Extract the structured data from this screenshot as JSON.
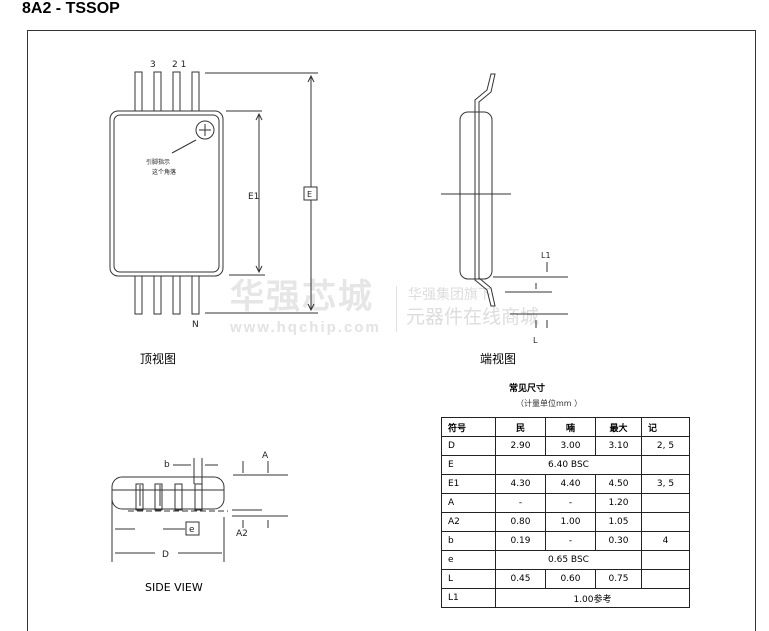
{
  "title": "8A2 - TSSOP",
  "top_view": {
    "pin_labels": [
      "3",
      "2 1"
    ],
    "last_pin": "N",
    "note_line1": "引脚指示",
    "note_line2": "这个角落",
    "dim_E1": "E1",
    "dim_E": "E",
    "caption": "顶视图"
  },
  "end_view": {
    "dim_L1": "L1",
    "dim_L": "L",
    "caption": "端视图"
  },
  "side_view": {
    "dim_b": "b",
    "dim_A": "A",
    "dim_A2": "A2",
    "dim_e": "e",
    "dim_D": "D",
    "caption": "SIDE VIEW"
  },
  "watermark": {
    "brand": "华强芯城",
    "url": "www.hqchip.com",
    "slogan1": "华强集团旗下",
    "slogan2": "元器件在线商城"
  },
  "table": {
    "caption": "常见尺寸",
    "unit": "（计量单位mm ）",
    "headers": [
      "符号",
      "民",
      "喃",
      "最大",
      "记"
    ],
    "rows": [
      {
        "sym": "D",
        "min": "2.90",
        "nom": "3.00",
        "max": "3.10",
        "note": "2, 5"
      },
      {
        "sym": "E",
        "span": "6.40 BSC",
        "note": ""
      },
      {
        "sym": "E1",
        "min": "4.30",
        "nom": "4.40",
        "max": "4.50",
        "note": "3, 5"
      },
      {
        "sym": "A",
        "min": "-",
        "nom": "-",
        "max": "1.20",
        "note": ""
      },
      {
        "sym": "A2",
        "min": "0.80",
        "nom": "1.00",
        "max": "1.05",
        "note": ""
      },
      {
        "sym": "b",
        "min": "0.19",
        "nom": "-",
        "max": "0.30",
        "note": "4"
      },
      {
        "sym": "e",
        "span": "0.65 BSC",
        "note": ""
      },
      {
        "sym": "L",
        "min": "0.45",
        "nom": "0.60",
        "max": "0.75",
        "note": ""
      },
      {
        "sym": "L1",
        "span": "1.00参考"
      }
    ]
  }
}
